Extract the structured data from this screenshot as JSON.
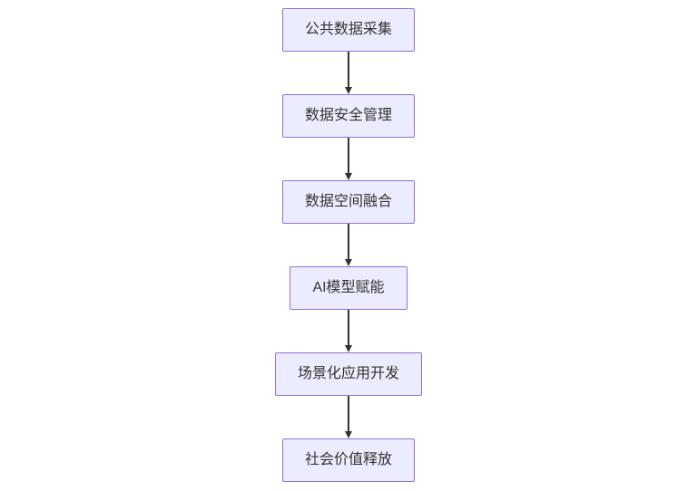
{
  "diagram": {
    "type": "flowchart",
    "direction": "top-down",
    "nodes": [
      {
        "id": "public-data-collection",
        "label": "公共数据采集"
      },
      {
        "id": "data-security-management",
        "label": "数据安全管理"
      },
      {
        "id": "data-space-fusion",
        "label": "数据空间融合"
      },
      {
        "id": "ai-model-empowerment",
        "label": "AI模型赋能"
      },
      {
        "id": "scenario-app-development",
        "label": "场景化应用开发"
      },
      {
        "id": "social-value-release",
        "label": "社会价值释放"
      }
    ],
    "edges": [
      {
        "from": "public-data-collection",
        "to": "data-security-management"
      },
      {
        "from": "data-security-management",
        "to": "data-space-fusion"
      },
      {
        "from": "data-space-fusion",
        "to": "ai-model-empowerment"
      },
      {
        "from": "ai-model-empowerment",
        "to": "scenario-app-development"
      },
      {
        "from": "scenario-app-development",
        "to": "social-value-release"
      }
    ],
    "colors": {
      "node_fill": "#ECECFF",
      "node_border": "#9370DB",
      "node_text": "#333333",
      "arrow": "#333333",
      "background": "#FFFFFF"
    }
  }
}
